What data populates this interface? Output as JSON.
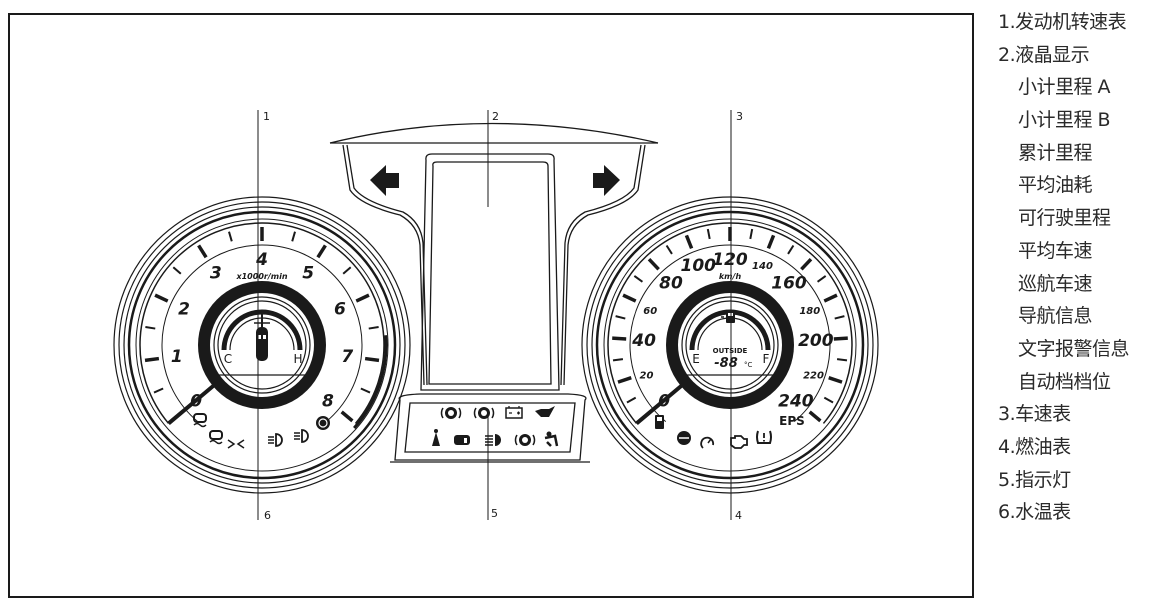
{
  "legend": [
    {
      "num": "1.",
      "text": "发动机转速表",
      "level": 0
    },
    {
      "num": "2.",
      "text": "液晶显示",
      "level": 0
    },
    {
      "num": "",
      "text": "小计里程 A",
      "level": 1
    },
    {
      "num": "",
      "text": "小计里程 B",
      "level": 1
    },
    {
      "num": "",
      "text": "累计里程",
      "level": 1
    },
    {
      "num": "",
      "text": "平均油耗",
      "level": 1
    },
    {
      "num": "",
      "text": "可行驶里程",
      "level": 1
    },
    {
      "num": "",
      "text": "平均车速",
      "level": 1
    },
    {
      "num": "",
      "text": "巡航车速",
      "level": 1
    },
    {
      "num": "",
      "text": "导航信息",
      "level": 1
    },
    {
      "num": "",
      "text": "文字报警信息",
      "level": 1
    },
    {
      "num": "",
      "text": "自动档档位",
      "level": 1
    },
    {
      "num": "3.",
      "text": "车速表",
      "level": 0
    },
    {
      "num": "4.",
      "text": "燃油表",
      "level": 0
    },
    {
      "num": "5.",
      "text": "指示灯",
      "level": 0
    },
    {
      "num": "6.",
      "text": "水温表",
      "level": 0
    }
  ],
  "callouts": {
    "c1": "1",
    "c2": "2",
    "c3": "3",
    "c4": "4",
    "c5": "5",
    "c6": "6"
  },
  "tachometer": {
    "labels": [
      "0",
      "1",
      "2",
      "3",
      "4",
      "5",
      "6",
      "7",
      "8"
    ],
    "unit": "x1000r/min",
    "redline_from": 7,
    "needle_value": 0
  },
  "temp_gauge": {
    "low_label": "C",
    "high_label": "H",
    "icon": "coolant-temp-icon"
  },
  "speedometer": {
    "major_labels": [
      "0",
      "20",
      "40",
      "60",
      "80",
      "100",
      "120",
      "140",
      "160",
      "180",
      "200",
      "220",
      "240"
    ],
    "unit": "km/h",
    "needle_value": 0
  },
  "fuel_gauge": {
    "low_label": "E",
    "high_label": "F",
    "icon": "fuel-pump-icon",
    "outside_label": "OUTSIDE",
    "outside_value": "-88",
    "outside_unit": "°C"
  },
  "turn_signals": {
    "left": "left-turn-arrow-icon",
    "right": "right-turn-arrow-icon"
  },
  "tacho_indicators": [
    "esp-off-icon",
    "esp-slip-icon",
    "low-beam-icon",
    "front-fog-icon",
    "rear-fog-icon",
    "stop-start-icon"
  ],
  "speedo_indicators": [
    "low-fuel-icon",
    "brake-pad-icon",
    "cruise-icon",
    "engine-check-icon",
    "tpms-icon"
  ],
  "speedo_eps_label": "EPS",
  "center_indicators_row1": [
    "parking-brake-icon",
    "epb-icon",
    "battery-icon",
    "oil-pressure-icon"
  ],
  "center_indicators_row2": [
    "seatbelt-icon",
    "door-open-icon",
    "high-beam-icon",
    "brake-warning-icon",
    "airbag-icon"
  ]
}
